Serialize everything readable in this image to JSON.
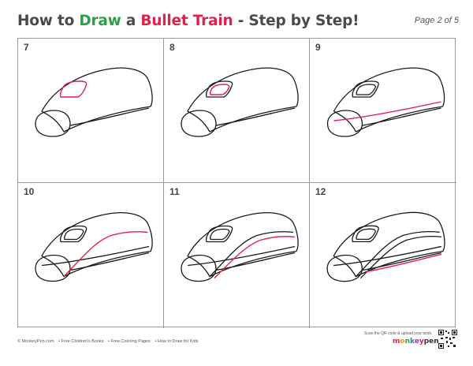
{
  "header": {
    "title_prefix": "How to ",
    "title_draw": "Draw",
    "title_mid": " a ",
    "title_subject": "Bullet Train",
    "title_suffix": " - Step by Step!",
    "page": "Page 2 of 5"
  },
  "steps": [
    {
      "number": "7"
    },
    {
      "number": "8"
    },
    {
      "number": "9"
    },
    {
      "number": "10"
    },
    {
      "number": "11"
    },
    {
      "number": "12"
    }
  ],
  "footer": {
    "copyright": "© MonkeyPen.com",
    "links": [
      "• Free Children's Books",
      "• Free Coloring Pages",
      "• How to Draw for Kids"
    ],
    "scan_text": "Scan the QR code & upload your work.",
    "logo_word": "monkey",
    "logo_pen": "pen"
  },
  "colors": {
    "title_green": "#2e9e48",
    "title_red": "#e0224a",
    "highlight_line": "#e0224a",
    "outline": "#1a1a1a"
  }
}
